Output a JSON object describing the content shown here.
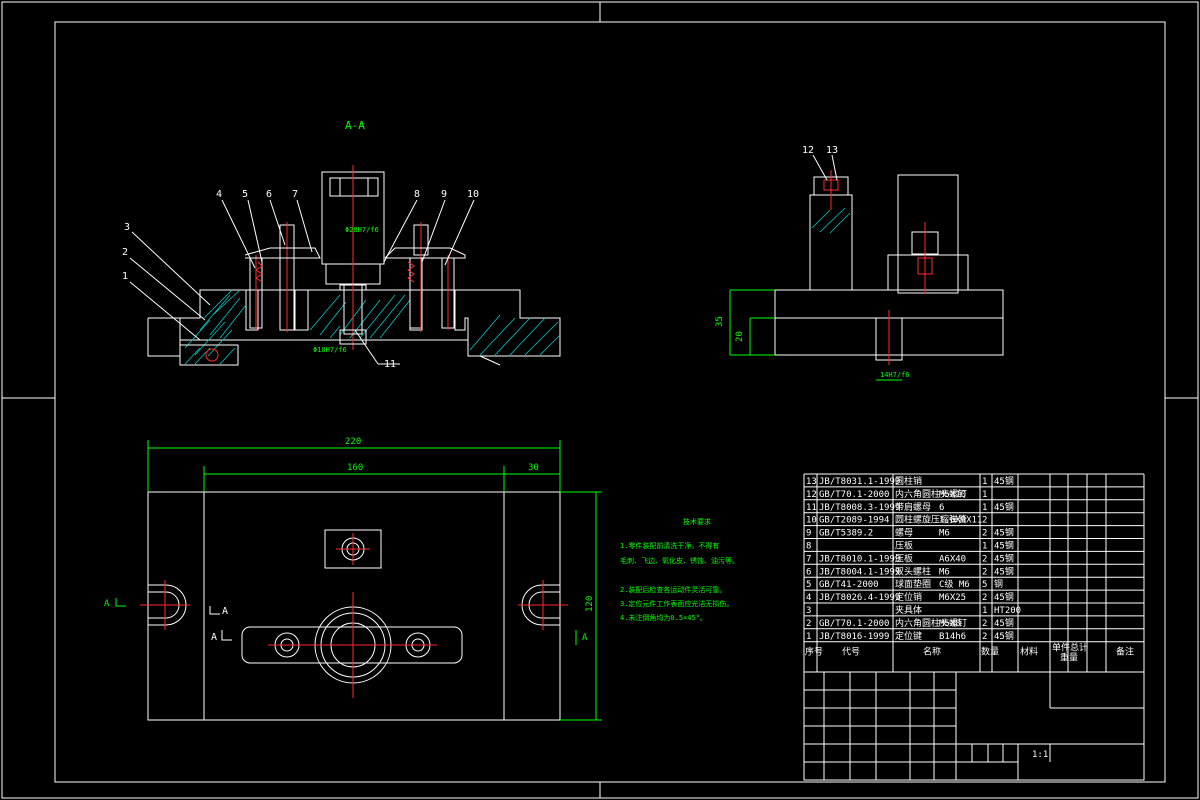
{
  "section_label": "A-A",
  "leader_numbers_main": [
    "1",
    "2",
    "3",
    "4",
    "5",
    "6",
    "7",
    "8",
    "9",
    "10",
    "11"
  ],
  "leader_numbers_side": [
    "12",
    "13"
  ],
  "fit_labels": {
    "phi28": "Φ28H7/f6",
    "phi10": "Φ10H7/f6",
    "phi14": "14H7/f6"
  },
  "dimensions": {
    "overall_width": "220",
    "inner_width": "160",
    "right_offset": "30",
    "height": "120",
    "side_height": "35",
    "side_lower": "20"
  },
  "view_markers": {
    "left_A": "A",
    "right_A": "A",
    "section_A1": "A",
    "section_A2": "A"
  },
  "notes": {
    "title": "技术要求",
    "lines": [
      "1.零件装配前清洗干净，不得有",
      "毛刺、飞边、氧化皮、锈蚀、油污等。",
      "2.装配后检查各运动件灵活可靠。",
      "3.定位元件工作表面应光洁无损伤。",
      "4.未注倒角均为0.5×45°。"
    ]
  },
  "bom": {
    "rows": [
      {
        "no": "13",
        "std": "JB/T8031.1-1999",
        "name": "圆柱销",
        "spec": "",
        "qty": "1",
        "mat": "45钢"
      },
      {
        "no": "12",
        "std": "GB/T70.1-2000",
        "name": "内六角圆柱头螺钉",
        "spec": "M5X10",
        "qty": "1",
        "mat": ""
      },
      {
        "no": "11",
        "std": "JB/T8008.3-1999",
        "name": "带肩螺母",
        "spec": "6",
        "qty": "1",
        "mat": "45钢"
      },
      {
        "no": "10",
        "std": "GB/T2089-1994",
        "name": "圆柱螺旋压缩弹簧",
        "spec": "1.6X9X11",
        "qty": "2",
        "mat": ""
      },
      {
        "no": "9",
        "std": "GB/T5389.2",
        "name": "螺母",
        "spec": "M6",
        "qty": "2",
        "mat": "45钢"
      },
      {
        "no": "8",
        "std": "",
        "name": "压板",
        "spec": "",
        "qty": "1",
        "mat": "45钢"
      },
      {
        "no": "7",
        "std": "JB/T8010.1-1999",
        "name": "压板",
        "spec": "A6X40",
        "qty": "2",
        "mat": "45钢"
      },
      {
        "no": "6",
        "std": "JB/T8004.1-1999",
        "name": "双头螺柱",
        "spec": "M6",
        "qty": "2",
        "mat": "45钢"
      },
      {
        "no": "5",
        "std": "GB/T41-2000",
        "name": "球面垫圈",
        "spec": "C级 M6",
        "qty": "5",
        "mat": "钢"
      },
      {
        "no": "4",
        "std": "JB/T8026.4-1999",
        "name": "定位销",
        "spec": "M6X25",
        "qty": "2",
        "mat": "45钢"
      },
      {
        "no": "3",
        "std": "",
        "name": "夹具体",
        "spec": "",
        "qty": "1",
        "mat": "HT200"
      },
      {
        "no": "2",
        "std": "GB/T70.1-2000",
        "name": "内六角圆柱头螺钉",
        "spec": "M5X8",
        "qty": "2",
        "mat": "45钢"
      },
      {
        "no": "1",
        "std": "JB/T8016-1999",
        "name": "定位键",
        "spec": "B14h6",
        "qty": "2",
        "mat": "45钢"
      }
    ],
    "header": {
      "no": "序号",
      "std": "代号",
      "name": "名称",
      "qty": "数量",
      "mat": "材料",
      "unit": "单件",
      "total": "总计",
      "weight": "重量",
      "remark": "备注"
    }
  },
  "title_block": {
    "scale": "1:1"
  },
  "colors": {
    "outline": "#ffffff",
    "dimension": "#00ff00",
    "centerline": "#ff2a2a",
    "hatch": "#00c8c8",
    "background": "#000000"
  }
}
